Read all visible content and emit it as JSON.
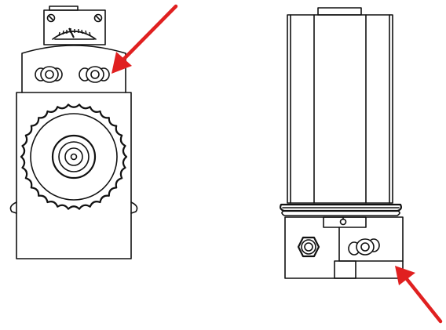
{
  "colors": {
    "line": "#111111",
    "background": "#ffffff",
    "arrow": "#e02020"
  },
  "icons": {
    "left_view": "valve-front-view-drawing",
    "right_view": "valve-side-view-drawing",
    "arrow_one": "red-pointer-arrow",
    "arrow_two": "red-pointer-arrow"
  }
}
